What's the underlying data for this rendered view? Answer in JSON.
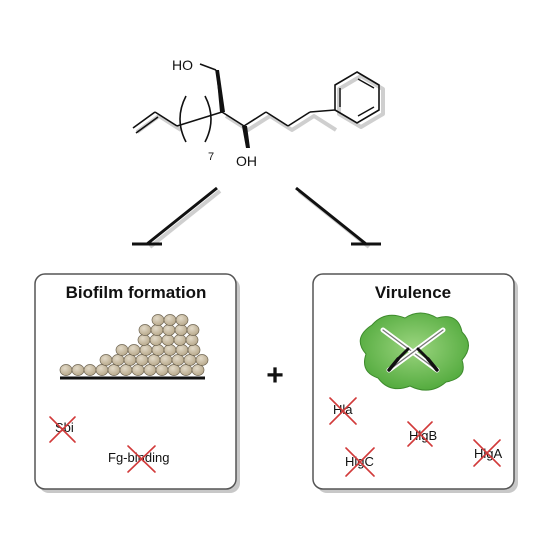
{
  "molecule": {
    "ho_label": "HO",
    "oh_label": "OH",
    "repeat_subscript": "7"
  },
  "panels": {
    "biofilm": {
      "title": "Biofilm formation",
      "genes": [
        {
          "label": "Sbi",
          "inhibited": true
        },
        {
          "label": "Fg-binding",
          "inhibited": true
        }
      ]
    },
    "virulence": {
      "title": "Virulence",
      "genes": [
        {
          "label": "Hla",
          "inhibited": true
        },
        {
          "label": "HlgB",
          "inhibited": true
        },
        {
          "label": "HlgC",
          "inhibited": true
        },
        {
          "label": "HlgA",
          "inhibited": true
        }
      ]
    }
  },
  "combine_symbol": "+",
  "colors": {
    "inhibition_x": "#d23a3a",
    "cell_fill": "#c9bca3",
    "blob_fill": "#5fb84a",
    "panel_border": "#555555"
  }
}
